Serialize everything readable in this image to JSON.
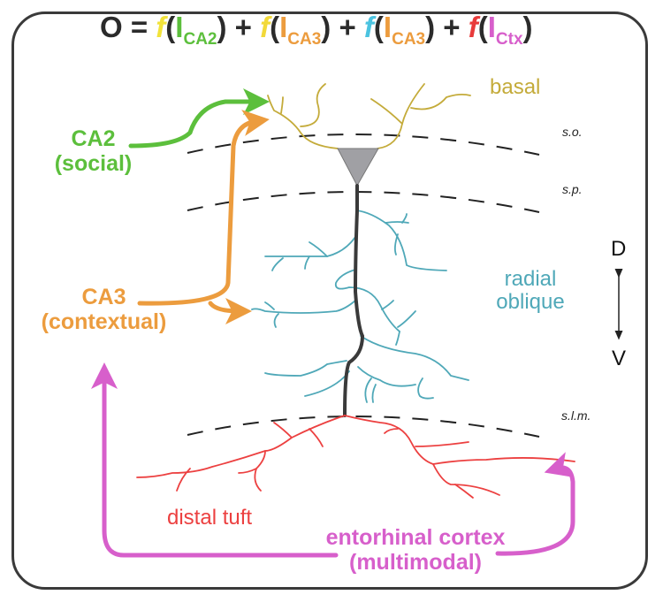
{
  "colors": {
    "frame": "#3a3a3a",
    "ca2": "#5cbf3c",
    "ca3": "#ec9c3e",
    "radial": "#4fa8b8",
    "distal": "#ec4040",
    "ctx": "#d75fcb",
    "basal": "#c4ab3a",
    "soma": "#a0a0a4",
    "f_ca2": "#f2e33a",
    "f_ca3": "#f2d93a",
    "f_radial": "#4bc3e0",
    "f_distal": "#e83b3b",
    "text_dark": "#2b2b2b"
  },
  "equation": {
    "lhs": "O",
    "equals": "=",
    "terms": [
      {
        "fn": "f",
        "open": "(",
        "I": "I",
        "sub": "CA2",
        "close": ")"
      },
      {
        "fn": "f",
        "open": "(",
        "I": "I",
        "sub": "CA3",
        "close": ")"
      },
      {
        "fn": "f",
        "open": "(",
        "I": "I",
        "sub": "CA3",
        "close": ")"
      },
      {
        "fn": "f",
        "open": "(",
        "I": "I",
        "sub": "Ctx",
        "close": ")"
      }
    ],
    "plus": "+"
  },
  "inputs": {
    "ca2": {
      "name": "CA2",
      "desc": "(social)"
    },
    "ca3": {
      "name": "CA3",
      "desc": "(contextual)"
    },
    "ctx": {
      "name": "entorhinal cortex",
      "desc": "(multimodal)"
    }
  },
  "compartments": {
    "basal": "basal",
    "radial": "radial",
    "oblique": "oblique",
    "distal": "distal tuft"
  },
  "layers": {
    "so": "s.o.",
    "sp": "s.p.",
    "slm": "s.l.m."
  },
  "axis": {
    "dorsal": "D",
    "ventral": "V"
  }
}
